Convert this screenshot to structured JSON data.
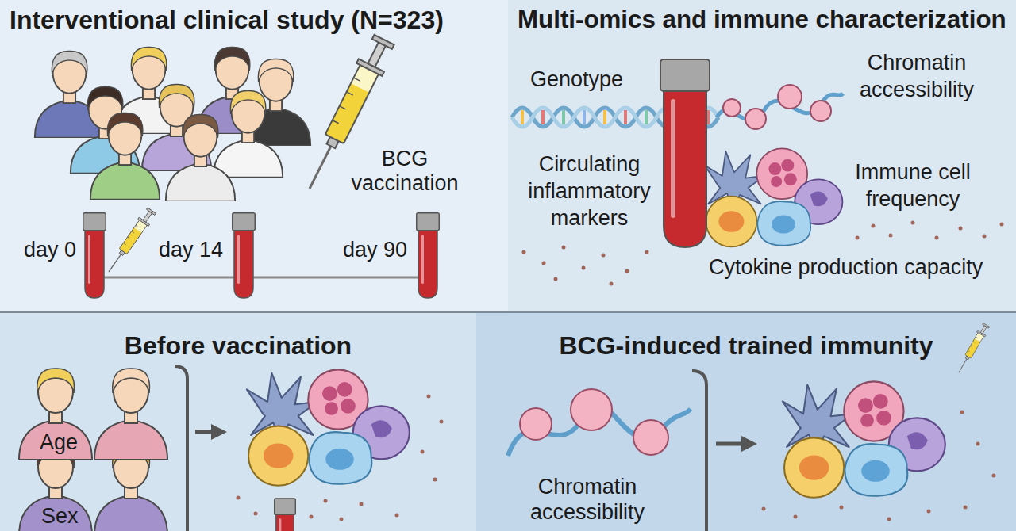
{
  "diagram": {
    "nodes": [
      {
        "text": [
          "Interventional clinical study (N=323)"
        ]
      },
      {
        "text": [
          "Multi-omics and immune characterization"
        ]
      },
      {
        "text": [
          "Before vaccination"
        ]
      },
      {
        "text": [
          "BCG-induced trained immunity"
        ]
      }
    ],
    "labels": [
      "BCG vaccination",
      "day 0",
      "day 14",
      "day 90",
      "Genotype",
      "Chromatin accessibility",
      "Circulating inflammatory markers",
      "Immune cell frequency",
      "Cytokine production capacity",
      "Age",
      "Sex",
      "Chromatin accessibility"
    ]
  }
}
